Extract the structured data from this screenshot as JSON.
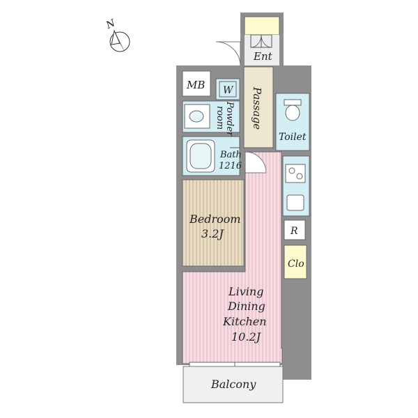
{
  "compass": {
    "north_label": "N"
  },
  "rooms": {
    "entrance": "Ent",
    "meter_box": "MB",
    "washer": "W",
    "powder_room_line1": "Powder",
    "powder_room_line2": "room",
    "passage": "Passage",
    "toilet": "Toilet",
    "bath_line1": "Bath",
    "bath_line2": "1216",
    "bedroom_line1": "Bedroom",
    "bedroom_line2": "3.2J",
    "refrigerator": "R",
    "closet": "Clo",
    "ldk_line1": "Living",
    "ldk_line2": "Dining",
    "ldk_line3": "Kitchen",
    "ldk_line4": "10.2J",
    "balcony": "Balcony"
  },
  "colors": {
    "wall": "#8e8e8e",
    "ldk_floor": "#f6dde3",
    "ldk_stripe": "#e7b2bd",
    "bedroom_floor": "#eadcc4",
    "bedroom_stripe": "#c7b595",
    "wet_area": "#d3eef5",
    "passage": "#efe6cf",
    "storage": "#fffbcf",
    "balcony": "#f0f0f0"
  }
}
